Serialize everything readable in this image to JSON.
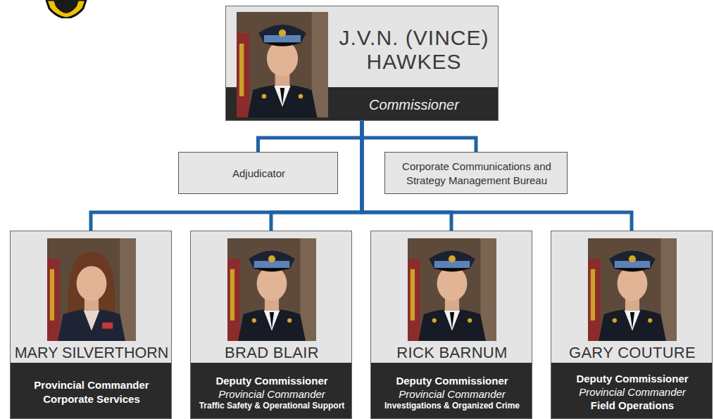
{
  "diagram": {
    "nodes": [
      {
        "text": [
          "J.V.N. (VINCE) HAWKES",
          "Commissioner"
        ]
      },
      {
        "text": [
          "Adjudicator"
        ]
      },
      {
        "text": [
          "Corporate Communications and Strategy Management Bureau"
        ]
      },
      {
        "text": [
          "MARY SILVERTHORN",
          "Provincial Commander",
          "Corporate Services"
        ]
      },
      {
        "text": [
          "BRAD BLAIR",
          "Deputy Commissioner",
          "Provincial Commander",
          "Traffic Safety & Operational Support"
        ]
      },
      {
        "text": [
          "RICK BARNUM",
          "Deputy Commissioner",
          "Provincial Commander",
          "Investigations & Organized Crime"
        ]
      },
      {
        "text": [
          "GARY COUTURE",
          "Deputy Commissioner",
          "Provincial Commander",
          "Field Operations"
        ]
      }
    ],
    "edges": [
      {
        "from": 0,
        "to": 1,
        "arrow": "none"
      },
      {
        "from": 0,
        "to": 2,
        "arrow": "none"
      },
      {
        "from": 0,
        "to": 3,
        "arrow": "none"
      },
      {
        "from": 0,
        "to": 4,
        "arrow": "none"
      },
      {
        "from": 0,
        "to": 5,
        "arrow": "none"
      },
      {
        "from": 0,
        "to": 6,
        "arrow": "none"
      }
    ]
  }
}
